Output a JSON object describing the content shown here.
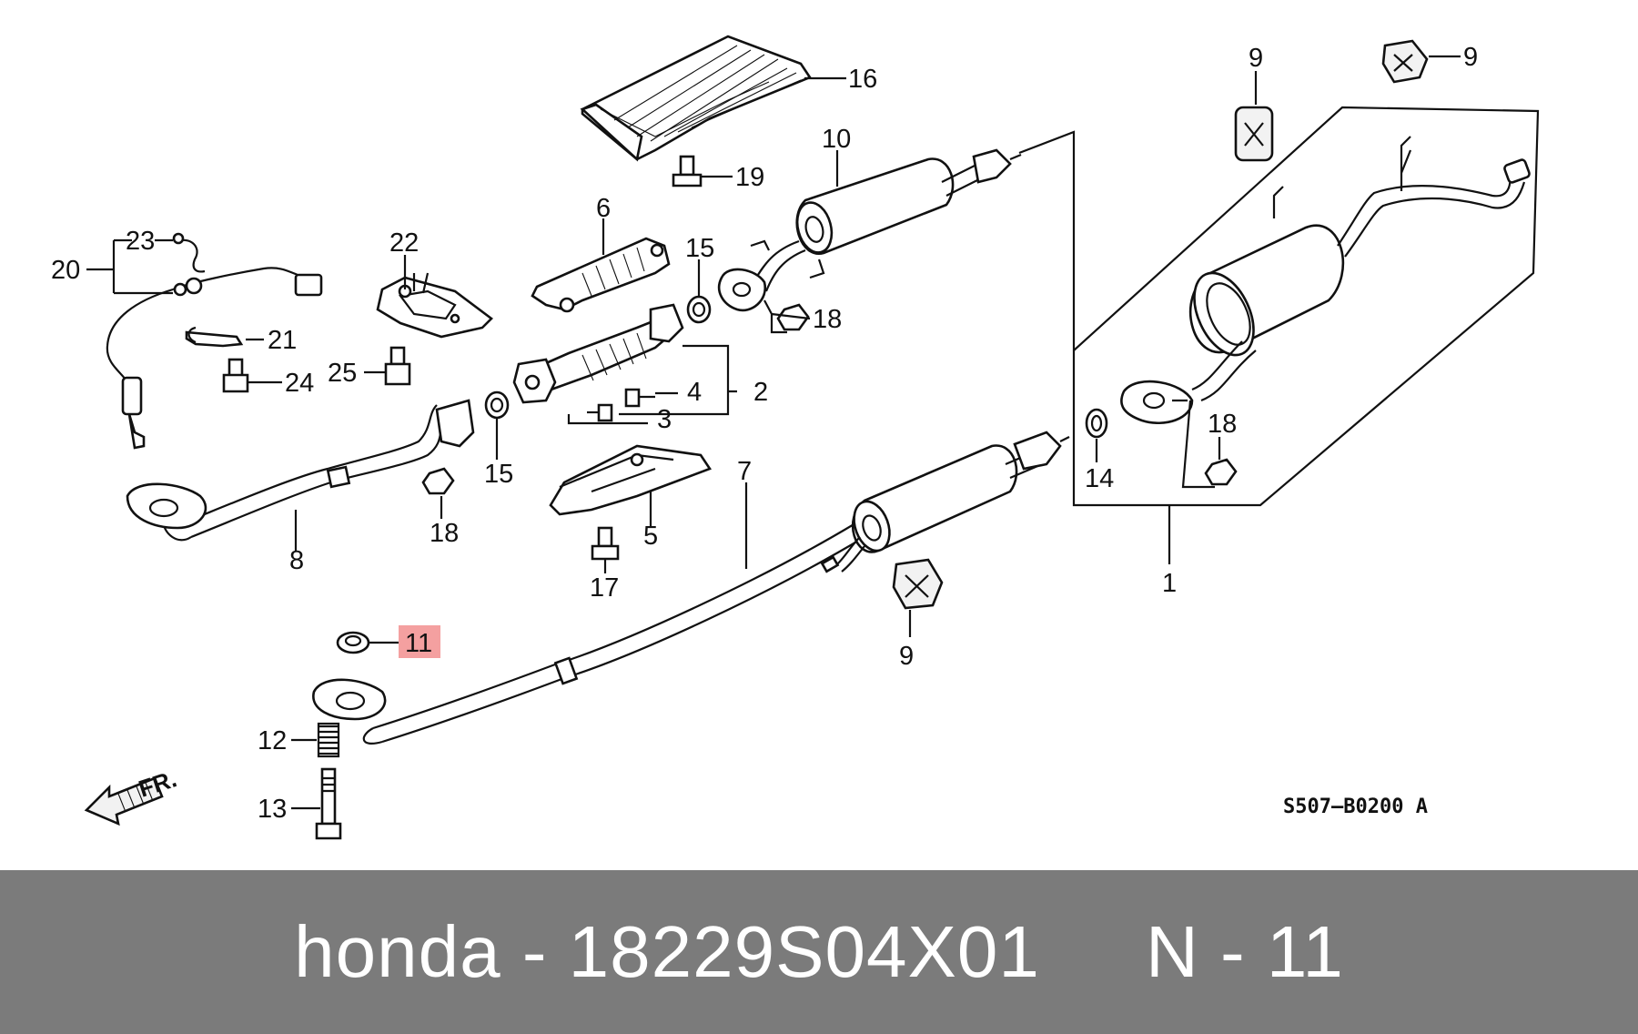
{
  "diagram": {
    "labels": {
      "l1": "1",
      "l2": "2",
      "l3": "3",
      "l4": "4",
      "l5": "5",
      "l6": "6",
      "l7": "7",
      "l8": "8",
      "l9a": "9",
      "l9b": "9",
      "l9c": "9",
      "l10": "10",
      "l11": "11",
      "l12": "12",
      "l13": "13",
      "l14": "14",
      "l15a": "15",
      "l15b": "15",
      "l16": "16",
      "l17": "17",
      "l18a": "18",
      "l18b": "18",
      "l18c": "18",
      "l19": "19",
      "l20": "20",
      "l21": "21",
      "l22": "22",
      "l23": "23",
      "l24": "24",
      "l25": "25"
    },
    "drawing_code": "S507—B0200 A",
    "front_marker": "FR.",
    "highlight_color": "#f4a0a0"
  },
  "footer": {
    "text": "honda - 18229S04X01     N - 11",
    "background": "#7b7b7b"
  }
}
